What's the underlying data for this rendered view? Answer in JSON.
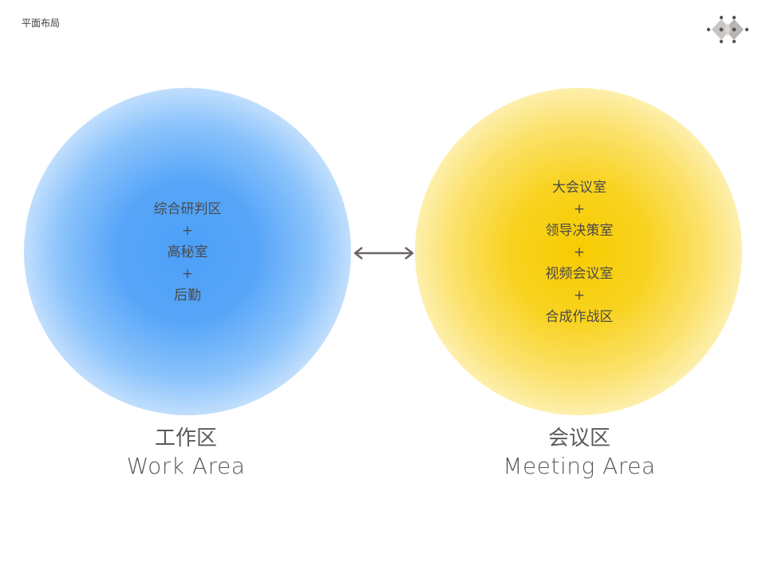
{
  "page": {
    "title": "平面布局"
  },
  "logo": {
    "icon": "diamond-dots-logo-icon"
  },
  "work_area": {
    "lines": [
      "综合研判区",
      "+",
      "高秘室",
      "+",
      "后勤"
    ],
    "caption_cn": "工作区",
    "caption_en": "Work Area",
    "color": "#4DA0F8"
  },
  "connector": {
    "icon": "double-arrow-icon"
  },
  "meeting_area": {
    "lines": [
      "大会议室",
      "+",
      "领导决策室",
      "+",
      "视频会议室",
      "+",
      "合成作战区"
    ],
    "caption_cn": "会议区",
    "caption_en": "Meeting Area",
    "color": "#F7CC00"
  }
}
